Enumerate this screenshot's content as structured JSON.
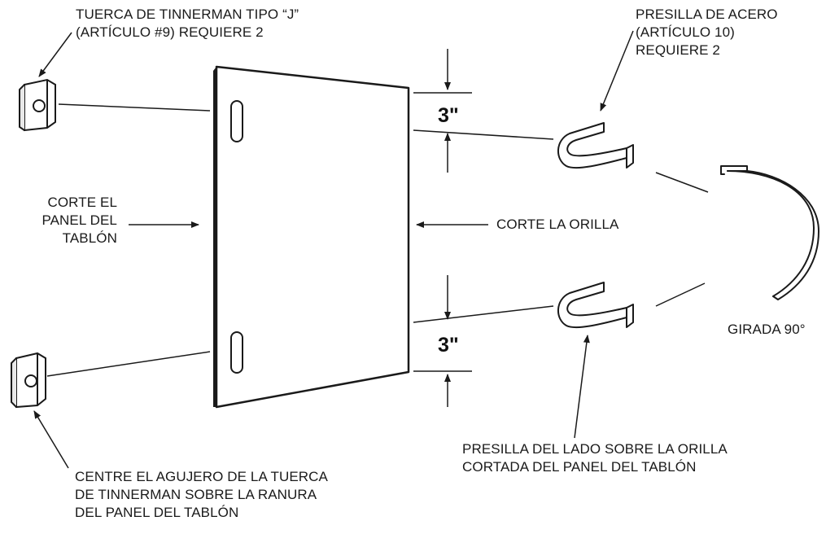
{
  "labels": {
    "tinnerman_nut": [
      "TUERCA DE TINNERMAN TIPO “J”",
      "(ARTÍCULO #9) REQUIERE 2"
    ],
    "steel_clip": [
      "PRESILLA DE ACERO",
      "(ARTÍCULO 10)",
      "REQUIERE 2"
    ],
    "cut_panel": [
      "CORTE EL",
      "PANEL DEL",
      "TABLÓN"
    ],
    "cut_edge": "CORTE LA ORILLA",
    "rotated": "GIRADA 90°",
    "clip_side": [
      "PRESILLA DEL LADO SOBRE LA ORILLA",
      "CORTADA DEL PANEL DEL TABLÓN"
    ],
    "center_hole": [
      "CENTRE EL AGUJERO DE LA TUERCA",
      "DE TINNERMAN SOBRE LA RANURA",
      "DEL PANEL DEL TABLÓN"
    ]
  },
  "dimensions": {
    "top": "3\"",
    "bottom": "3\""
  }
}
